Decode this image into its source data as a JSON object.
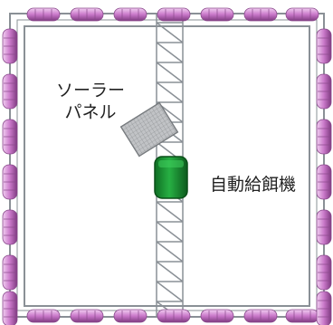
{
  "labels": {
    "solar_line1": "ソーラー",
    "solar_line2": "パネル",
    "feeder": "自動給餌機"
  },
  "colors": {
    "frame": "#8a9096",
    "float": "#d89ad8",
    "feeder_body": "#1f9a3a",
    "feeder_dark": "#0f6e24",
    "panel": "#a8aaad"
  }
}
